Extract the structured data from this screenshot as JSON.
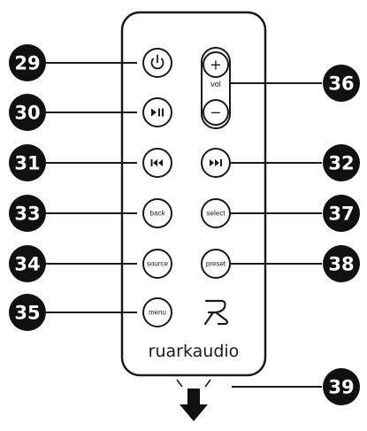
{
  "remote": {
    "brand": "ruarkaudio",
    "volume_label": "vol",
    "volume_up_symbol": "+",
    "volume_down_symbol": "−",
    "buttons": {
      "power_icon": "power-icon",
      "play_pause_icon": "play-pause-icon",
      "previous_icon": "skip-previous-icon",
      "next_icon": "skip-next-icon",
      "back_label": "back",
      "select_label": "select",
      "source_label": "source",
      "preset_label": "preset",
      "menu_label": "menu"
    },
    "logo_icon": "ruark-logo-icon",
    "ir_emitter_icon": "ir-emitter-arrow-icon"
  },
  "callouts": {
    "power": "29",
    "play_pause": "30",
    "previous": "31",
    "next": "32",
    "back": "33",
    "source": "34",
    "menu": "35",
    "volume": "36",
    "select": "37",
    "preset": "38",
    "ir_emitter": "39"
  },
  "colors": {
    "ink": "#1a1a1a",
    "background": "#ffffff",
    "callout_fill": "#111111",
    "callout_text": "#ffffff"
  }
}
